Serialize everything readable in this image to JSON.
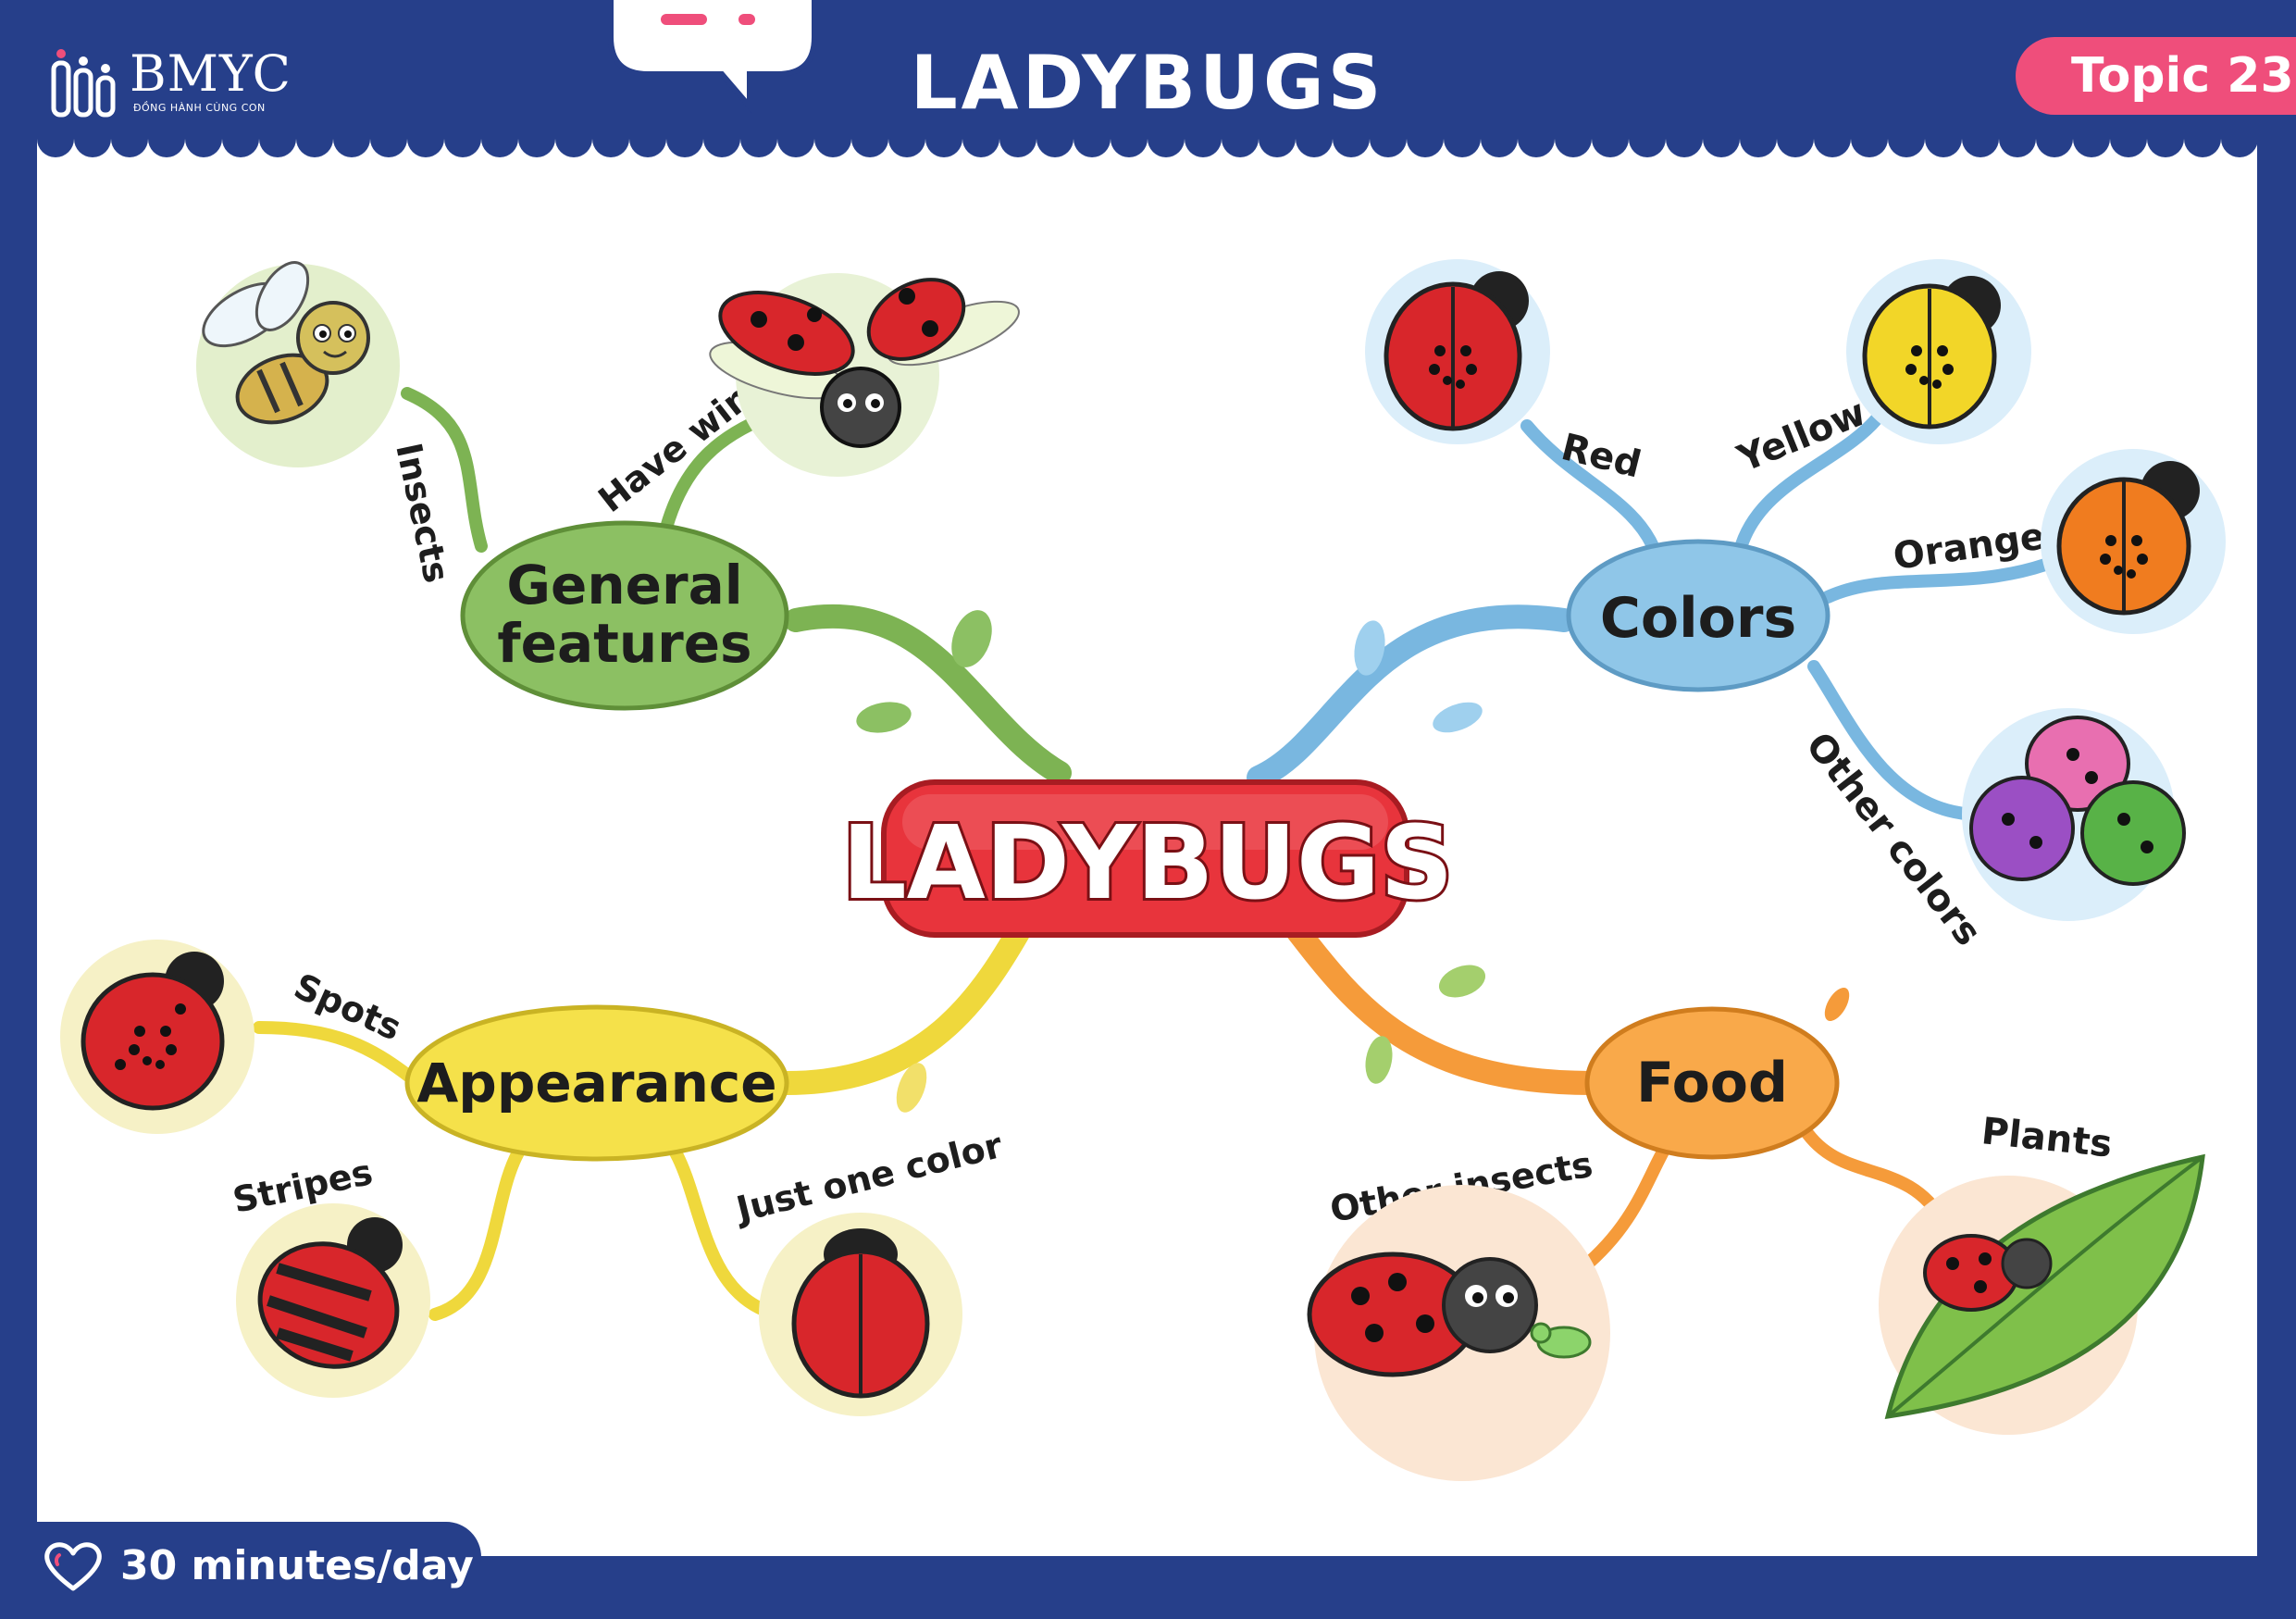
{
  "header": {
    "logo_text": "BMYC",
    "logo_subtext": "ĐỒNG HÀNH CÙNG CON",
    "title": "LADYBUGS",
    "topic": "Topic 23"
  },
  "footer": {
    "time_text": "30 minutes/day"
  },
  "mindmap": {
    "center": "LADYBUGS",
    "branches": {
      "general": {
        "label_line1": "General",
        "label_line2": "features",
        "children": [
          "Insects",
          "Have wings"
        ]
      },
      "colors": {
        "label": "Colors",
        "children": [
          "Red",
          "Yellow",
          "Orange",
          "Other colors"
        ]
      },
      "appearance": {
        "label": "Appearance",
        "children": [
          "Spots",
          "Stripes",
          "Just one color"
        ]
      },
      "food": {
        "label": "Food",
        "children": [
          "Other insects",
          "Plants"
        ]
      }
    }
  },
  "colors": {
    "frame": "#263f8a",
    "topic_badge": "#ef4e7b",
    "general": "#8cc063",
    "colors_branch": "#8fc6e8",
    "appearance": "#f5e14a",
    "food": "#f9a94a",
    "center": "#e8343c",
    "ladybug_red": "#d8262b"
  }
}
